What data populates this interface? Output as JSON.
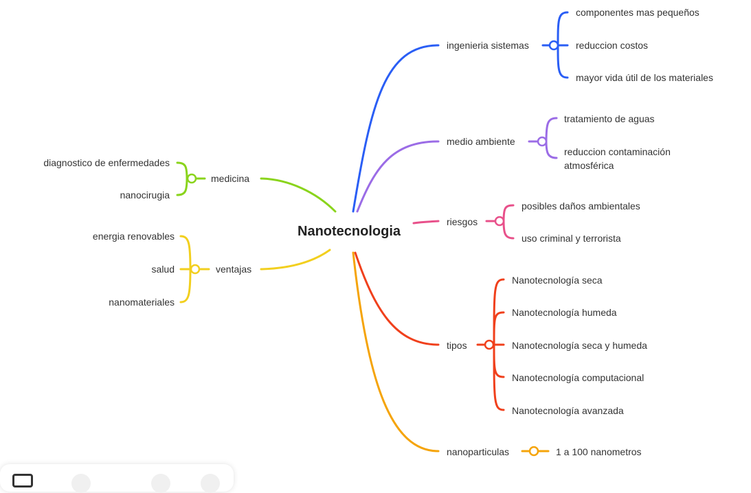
{
  "central_topic": "Nanotecnologia",
  "colors": {
    "blue": "#2a5ef5",
    "purple": "#9b6ce6",
    "pink": "#e8508a",
    "red": "#f0401c",
    "orange": "#f5a40a",
    "green": "#8ad41c",
    "yellow": "#f2cf1e"
  },
  "branches": {
    "ingenieria": {
      "label": "ingenieria sistemas",
      "children": [
        "componentes mas pequeños",
        "reduccion costos",
        "mayor vida útil de los materiales"
      ]
    },
    "medio_ambiente": {
      "label": "medio ambiente",
      "children": [
        "tratamiento de aguas",
        "reduccion  contaminación atmosférica"
      ]
    },
    "riesgos": {
      "label": "riesgos",
      "children": [
        "posibles daños ambientales",
        "uso criminal y terrorista"
      ]
    },
    "tipos": {
      "label": "tipos",
      "children": [
        "Nanotecnología seca",
        "Nanotecnología humeda",
        "Nanotecnología seca y humeda",
        "Nanotecnología computacional",
        "Nanotecnología avanzada"
      ]
    },
    "nanoparticulas": {
      "label": "nanoparticulas",
      "children": [
        "1 a 100 nanometros"
      ]
    },
    "medicina": {
      "label": "medicina",
      "children": [
        "diagnostico de enfermedades",
        "nanocirugia"
      ]
    },
    "ventajas": {
      "label": "ventajas",
      "children": [
        "energia renovables",
        "salud",
        "nanomateriales"
      ]
    }
  }
}
